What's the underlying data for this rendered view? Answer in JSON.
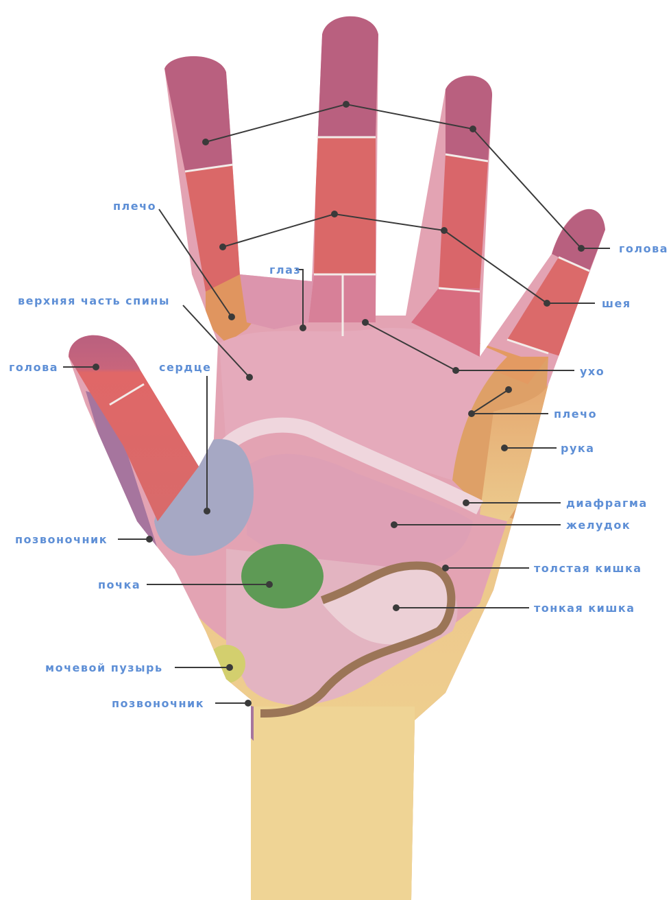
{
  "labels": {
    "head_right": "голова",
    "neck": "шея",
    "ear": "ухо",
    "shoulder_right": "плечо",
    "arm": "рука",
    "diaphragm": "диафрагма",
    "stomach": "желудок",
    "large_intestine": "толстая кишка",
    "small_intestine": "тонкая кишка",
    "shoulder_left": "плечо",
    "eye": "глаз",
    "upper_back": "верхняя часть спины",
    "head_left": "голова",
    "heart": "сердце",
    "spine_upper": "позвоночник",
    "kidney": "почка",
    "bladder": "мочевой пузырь",
    "spine_lower": "позвоночник"
  },
  "colors": {
    "fingertip": "#b9607f",
    "finger_mid": "#d9666c",
    "palm_upper": "#e1a6b6",
    "palm_lower": "#dba0b2",
    "heart_zone": "#a6a7c3",
    "kidney_zone": "#5e9a55",
    "bladder_zone": "#d3cf6e",
    "shoulder_zone": "#d9a064",
    "arm_zone": "#e2c083",
    "wrist": "#ecd08e",
    "spine_zone": "#a5739c",
    "intestine": "#9a7458",
    "label_text": "#5e8fd6"
  }
}
